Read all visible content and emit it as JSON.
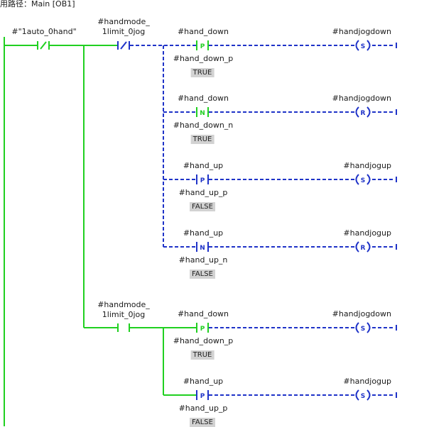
{
  "header": {
    "block_path": "用路径：Main [OB1]"
  },
  "colors": {
    "energized": "#20d020",
    "dashed": "#1f33c8",
    "text": "#1a1a1a",
    "value_bg": "#d2d2d2"
  },
  "contacts": {
    "auto_hand": "#\"1auto_0hand\"",
    "handmode_top_1": "#handmode_",
    "handmode_top_2": "1limit_0jog",
    "handmode_bottom_1": "#handmode_",
    "handmode_bottom_2": "1limit_0jog"
  },
  "rungs": [
    {
      "operand": "#hand_down",
      "edge": "#hand_down_p",
      "value": "TRUE",
      "trigger": "P",
      "coil": "#handjogdown",
      "coil_type": "S"
    },
    {
      "operand": "#hand_down",
      "edge": "#hand_down_n",
      "value": "TRUE",
      "trigger": "N",
      "coil": "#handjogdown",
      "coil_type": "R"
    },
    {
      "operand": "#hand_up",
      "edge": "#hand_up_p",
      "value": "FALSE",
      "trigger": "P",
      "coil": "#handjogup",
      "coil_type": "S"
    },
    {
      "operand": "#hand_up",
      "edge": "#hand_up_n",
      "value": "FALSE",
      "trigger": "N",
      "coil": "#handjogup",
      "coil_type": "R"
    },
    {
      "operand": "#hand_down",
      "edge": "#hand_down_p",
      "value": "TRUE",
      "trigger": "P",
      "coil": "#handjogdown",
      "coil_type": "S"
    },
    {
      "operand": "#hand_up",
      "edge": "#hand_up_p",
      "value": "FALSE",
      "trigger": "P",
      "coil": "#handjogup",
      "coil_type": "S"
    }
  ]
}
